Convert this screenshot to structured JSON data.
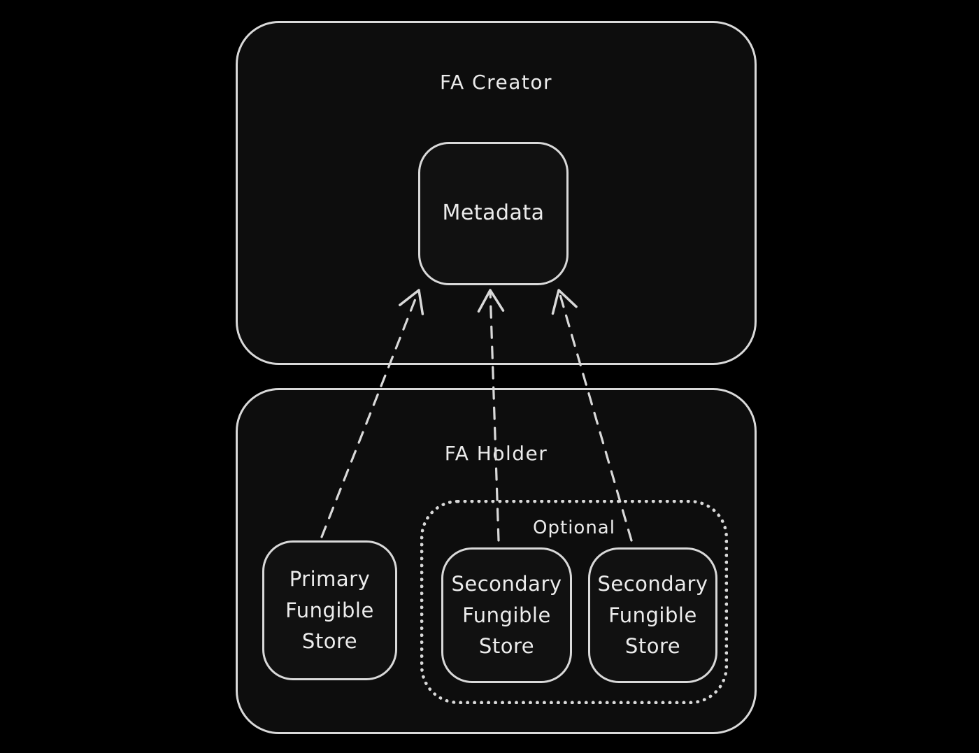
{
  "diagram": {
    "colors": {
      "background": "#000000",
      "stroke": "#d9d9d9",
      "text": "#ececec",
      "container_fill": "#0d0d0d",
      "node_fill": "#111111"
    },
    "containers": {
      "fa_creator": {
        "label": "FA Creator"
      },
      "fa_holder": {
        "label": "FA Holder"
      },
      "optional": {
        "label": "Optional"
      }
    },
    "nodes": {
      "metadata": {
        "label": "Metadata"
      },
      "primary_store": {
        "lines": [
          "Primary",
          "Fungible",
          "Store"
        ]
      },
      "secondary_store_1": {
        "lines": [
          "Secondary",
          "Fungible",
          "Store"
        ]
      },
      "secondary_store_2": {
        "lines": [
          "Secondary",
          "Fungible",
          "Store"
        ]
      }
    },
    "arrows": [
      {
        "from": "Primary Fungible Store",
        "to": "Metadata",
        "style": "dashed"
      },
      {
        "from": "Secondary Fungible Store",
        "to": "Metadata",
        "style": "dashed"
      },
      {
        "from": "Secondary Fungible Store",
        "to": "Metadata",
        "style": "dashed"
      }
    ]
  }
}
